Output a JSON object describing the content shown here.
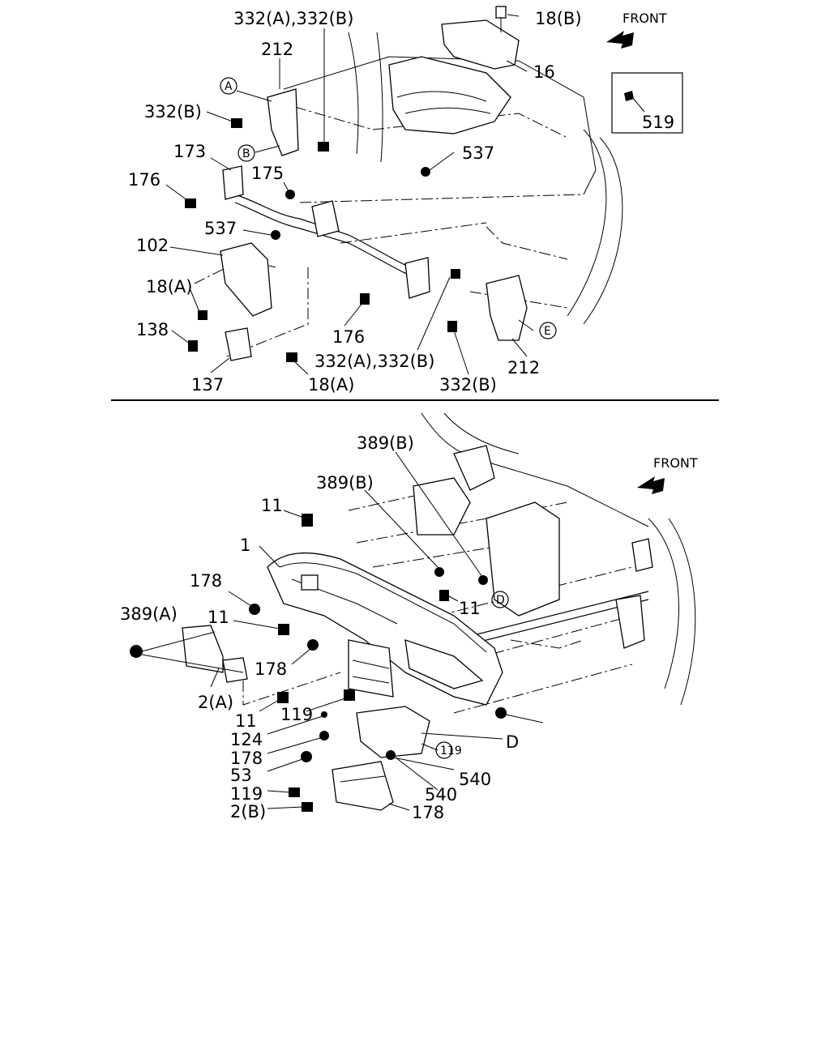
{
  "top": {
    "front_label": "FRONT",
    "inset_label": "519",
    "callouts": [
      "332(A),332(B)",
      "18(B)",
      "212",
      "16",
      "A",
      "332(B)",
      "B",
      "173",
      "537",
      "175",
      "176",
      "537",
      "102",
      "18(A)",
      "176",
      "138",
      "332(A),332(B)",
      "E",
      "212",
      "137",
      "18(A)",
      "332(B)"
    ]
  },
  "bottom": {
    "front_label": "FRONT",
    "callouts": [
      "389(B)",
      "389(B)",
      "11",
      "1",
      "178",
      "11",
      "389(A)",
      "D",
      "178",
      "2(A)",
      "11",
      "11",
      "119",
      "124",
      "D",
      "119",
      "178",
      "53",
      "540",
      "119",
      "540",
      "2(B)",
      "178"
    ]
  }
}
